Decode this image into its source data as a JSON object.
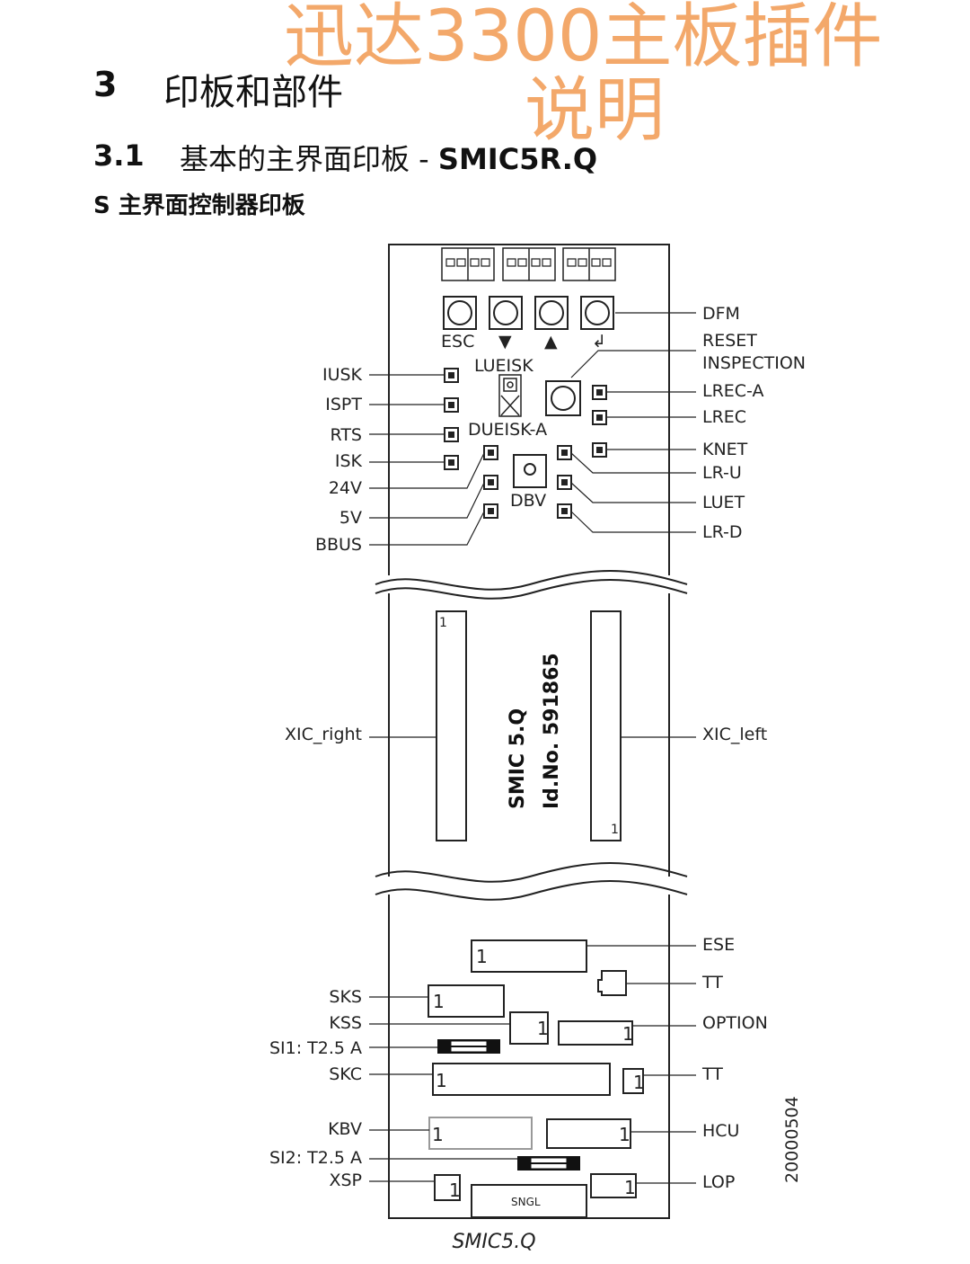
{
  "overlay": {
    "line1": "迅达3300主板插件",
    "line2": "说明"
  },
  "heading1": {
    "num": "3",
    "text": "印板和部件"
  },
  "heading2": {
    "num": "3.1",
    "text": "基本的主界面印板 - ",
    "bold": "SMIC5R.Q"
  },
  "heading3": {
    "text": "S 主界面控制器印板"
  },
  "diagram": {
    "buttons": [
      "ESC",
      "▼",
      "▲",
      "↲"
    ],
    "left_labels": [
      "IUSK",
      "ISPT",
      "RTS",
      "ISK",
      "24V",
      "5V",
      "BBUS"
    ],
    "right_labels": [
      "DFM",
      "RESET",
      "INSPECTION",
      "LREC-A",
      "LREC",
      "KNET",
      "LR-U",
      "LUET",
      "LR-D"
    ],
    "center": {
      "lueisk": "LUEISK",
      "dueisk": "DUEISK-A",
      "dbv": "DBV"
    },
    "mid": {
      "left": "XIC_right",
      "right": "XIC_left",
      "board1": "SMIC 5.Q",
      "board2": "Id.No. 591865",
      "pin1": "1"
    },
    "bottom_left": [
      "SKS",
      "KSS",
      "SI1: T2.5 A",
      "SKC",
      "KBV",
      "SI2: T2.5 A",
      "XSP"
    ],
    "bottom_right": [
      "ESE",
      "TT",
      "OPTION",
      "TT",
      "HCU",
      "LOP"
    ],
    "sngl": "SNGL",
    "caption": "SMIC5.Q",
    "date_code": "20000504"
  }
}
